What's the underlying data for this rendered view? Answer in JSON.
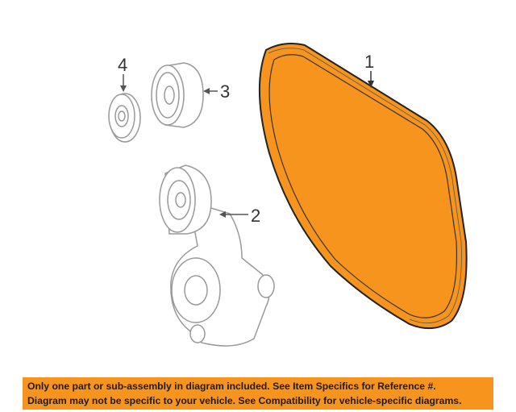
{
  "diagram": {
    "callouts": [
      "1",
      "2",
      "3",
      "4"
    ],
    "highlight_color": "#f7941d"
  },
  "banner": {
    "line1": "Only one part or sub-assembly in diagram included. See Item Specifics for Reference #.",
    "line2": "Diagram may not be specific to your vehicle. See Compatibility for vehicle-specific diagrams."
  }
}
